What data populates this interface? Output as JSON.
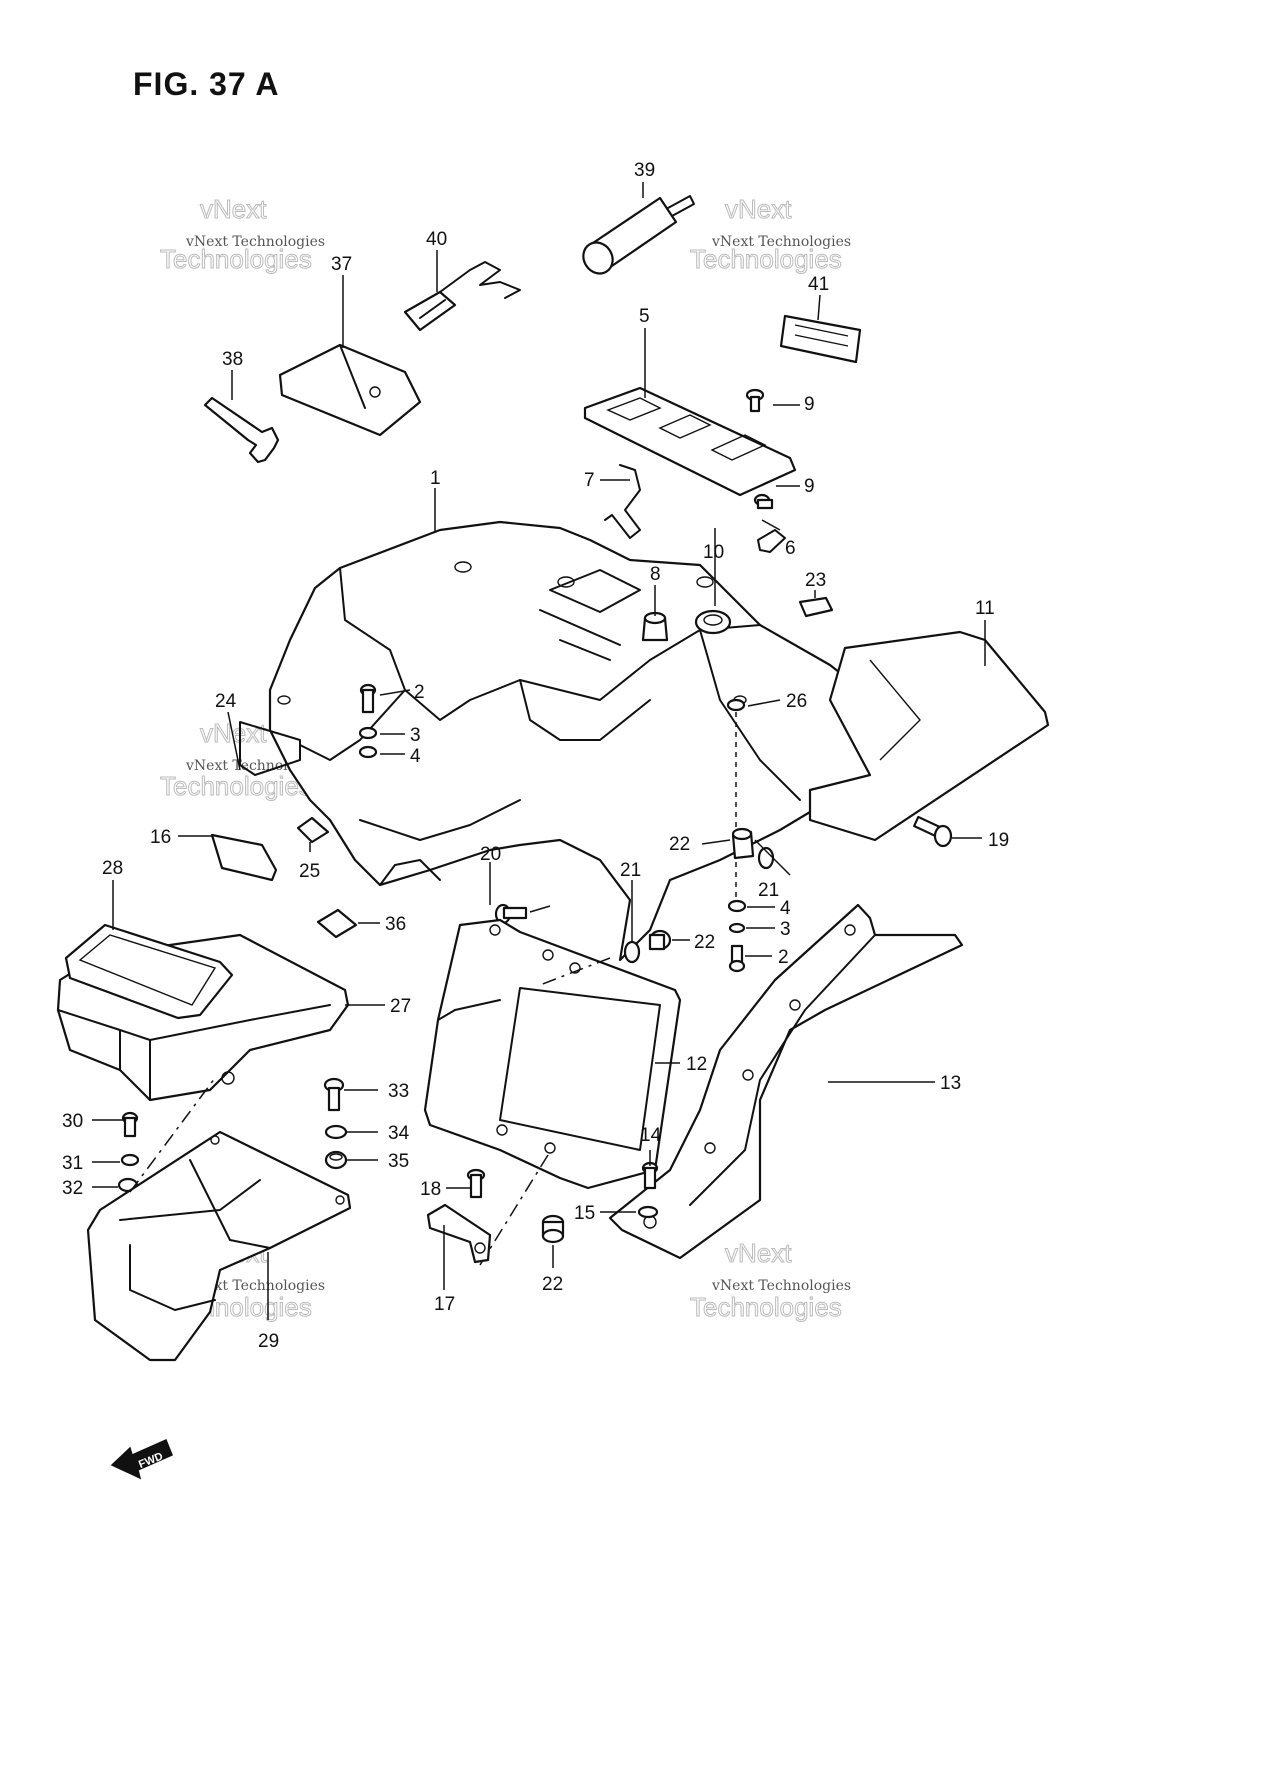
{
  "figure": {
    "title": "FIG. 37 A"
  },
  "watermark": {
    "line1": "vNext Technologies",
    "line2": "vNext",
    "line3": "Technologies"
  },
  "fwd_label": "FWD",
  "callouts": [
    {
      "id": "c1",
      "text": "1"
    },
    {
      "id": "c2a",
      "text": "2"
    },
    {
      "id": "c2b",
      "text": "2"
    },
    {
      "id": "c3a",
      "text": "3"
    },
    {
      "id": "c3b",
      "text": "3"
    },
    {
      "id": "c4a",
      "text": "4"
    },
    {
      "id": "c4b",
      "text": "4"
    },
    {
      "id": "c5",
      "text": "5"
    },
    {
      "id": "c6",
      "text": "6"
    },
    {
      "id": "c7",
      "text": "7"
    },
    {
      "id": "c8",
      "text": "8"
    },
    {
      "id": "c9a",
      "text": "9"
    },
    {
      "id": "c9b",
      "text": "9"
    },
    {
      "id": "c10",
      "text": "10"
    },
    {
      "id": "c11",
      "text": "11"
    },
    {
      "id": "c12",
      "text": "12"
    },
    {
      "id": "c13",
      "text": "13"
    },
    {
      "id": "c14",
      "text": "14"
    },
    {
      "id": "c15",
      "text": "15"
    },
    {
      "id": "c16",
      "text": "16"
    },
    {
      "id": "c17",
      "text": "17"
    },
    {
      "id": "c18",
      "text": "18"
    },
    {
      "id": "c19",
      "text": "19"
    },
    {
      "id": "c20",
      "text": "20"
    },
    {
      "id": "c21a",
      "text": "21"
    },
    {
      "id": "c21b",
      "text": "21"
    },
    {
      "id": "c22a",
      "text": "22"
    },
    {
      "id": "c22b",
      "text": "22"
    },
    {
      "id": "c22c",
      "text": "22"
    },
    {
      "id": "c23",
      "text": "23"
    },
    {
      "id": "c24",
      "text": "24"
    },
    {
      "id": "c25",
      "text": "25"
    },
    {
      "id": "c26",
      "text": "26"
    },
    {
      "id": "c27",
      "text": "27"
    },
    {
      "id": "c28",
      "text": "28"
    },
    {
      "id": "c29",
      "text": "29"
    },
    {
      "id": "c30",
      "text": "30"
    },
    {
      "id": "c31",
      "text": "31"
    },
    {
      "id": "c32",
      "text": "32"
    },
    {
      "id": "c33",
      "text": "33"
    },
    {
      "id": "c34",
      "text": "34"
    },
    {
      "id": "c35",
      "text": "35"
    },
    {
      "id": "c36",
      "text": "36"
    },
    {
      "id": "c37",
      "text": "37"
    },
    {
      "id": "c38",
      "text": "38"
    },
    {
      "id": "c39",
      "text": "39"
    },
    {
      "id": "c40",
      "text": "40"
    },
    {
      "id": "c41",
      "text": "41"
    }
  ]
}
